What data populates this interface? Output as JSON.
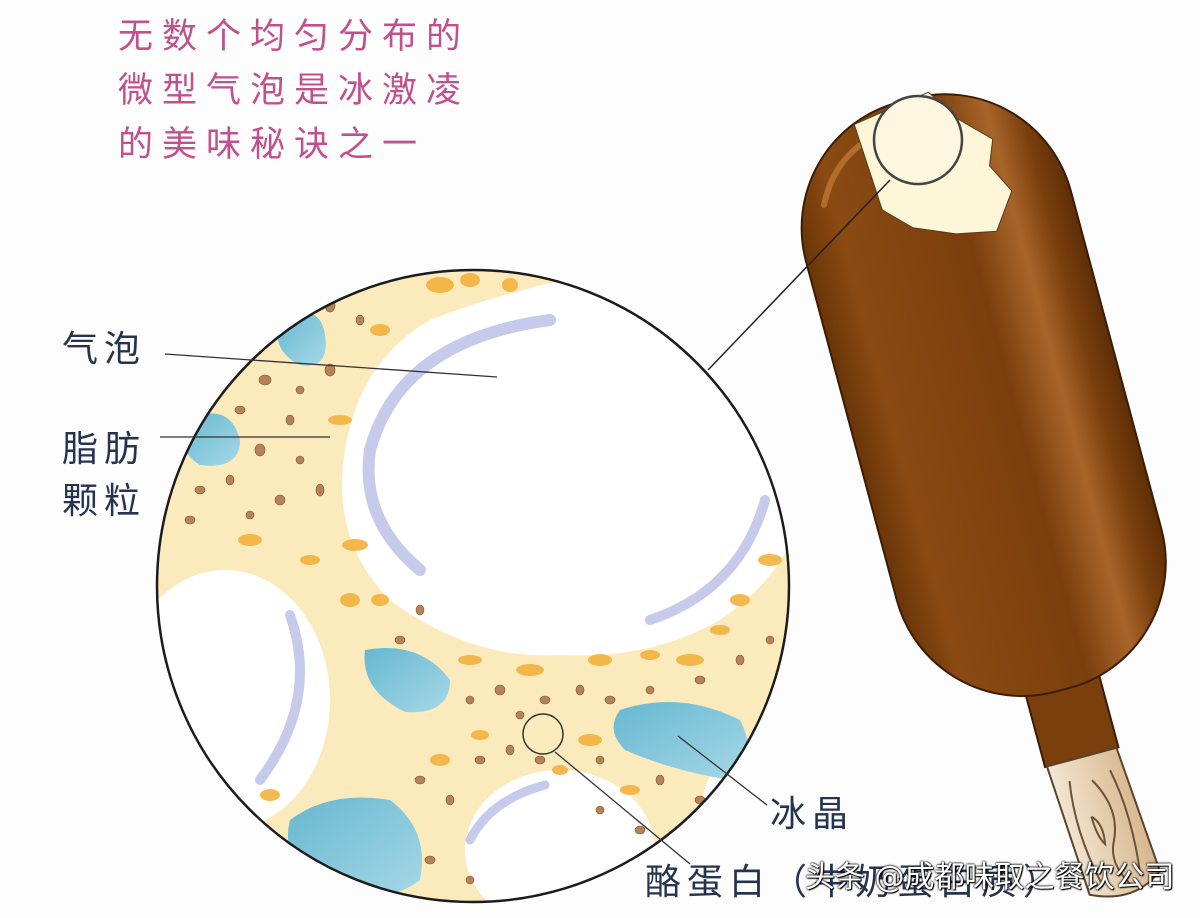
{
  "headline": {
    "lines": [
      "无数个均匀分布的",
      "微型气泡是冰激凌",
      "的美味秘诀之一"
    ],
    "color": "#c0508e"
  },
  "labels": {
    "air_bubble": "气泡",
    "fat_line1": "脂肪",
    "fat_line2": "颗粒",
    "ice_crystal": "冰晶",
    "casein": "酪蛋白（牛奶蛋白质）"
  },
  "watermark": "头条 @成都味取之餐饮公司",
  "colors": {
    "label_text": "#26334f",
    "chocolate": "#7a3f0d",
    "chocolate_highlight": "#b06b2a",
    "ice_cream": "#fdf6d8",
    "matrix": "#fbeabc",
    "fat": "#f2b23c",
    "protein": "#b58355",
    "ice": "#7fc4d8",
    "bubble_shadow": "#b8bde6",
    "stick": "#e6cfae"
  }
}
